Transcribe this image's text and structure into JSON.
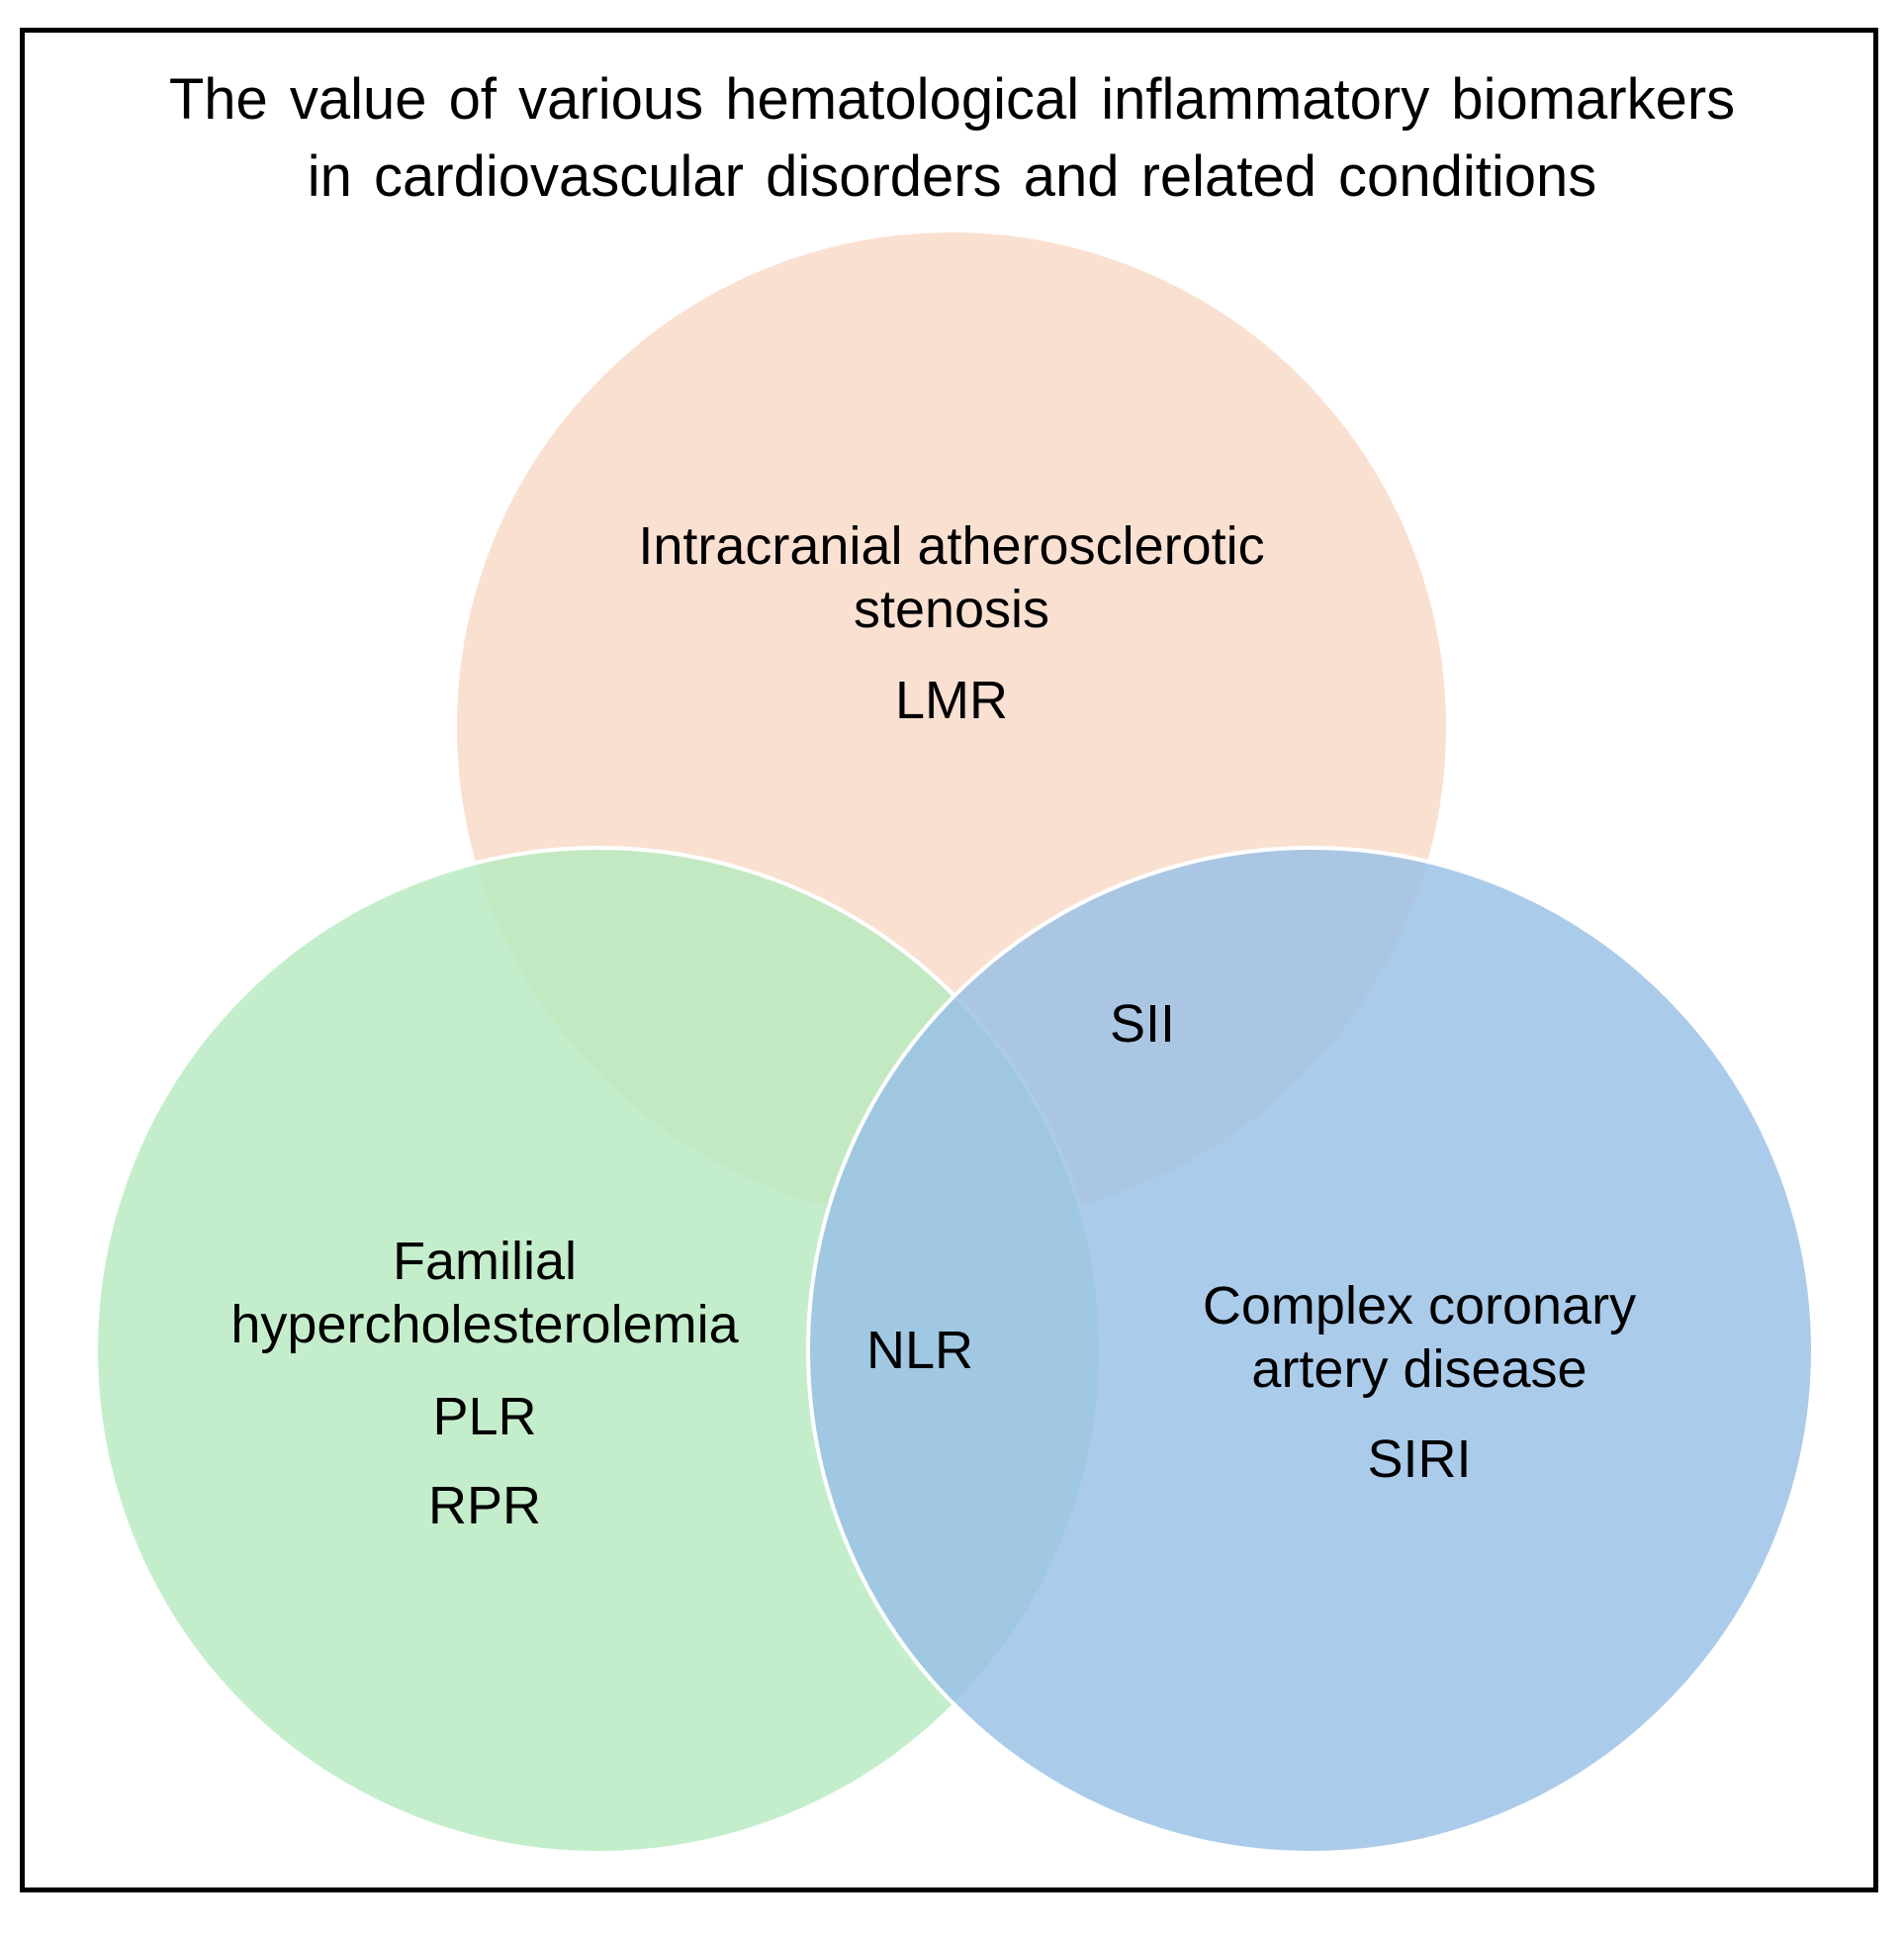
{
  "title": {
    "line1": "The value of various hematological inflammatory biomarkers",
    "line2": "in cardiovascular disorders and related conditions"
  },
  "sets": {
    "top": {
      "label_line1": "Intracranial atherosclerotic",
      "label_line2": "stenosis",
      "marker": "LMR",
      "color": "#f8d5c2"
    },
    "left": {
      "label_line1": "Familial",
      "label_line2": "hypercholesterolemia",
      "markers": [
        "PLR",
        "RPR"
      ],
      "color": "#b7eabf"
    },
    "right": {
      "label_line1": "Complex coronary",
      "label_line2": "artery disease",
      "marker": "SIRI",
      "color": "#99c0e6"
    }
  },
  "intersections": {
    "top_right": "SII",
    "center": "NLR"
  }
}
